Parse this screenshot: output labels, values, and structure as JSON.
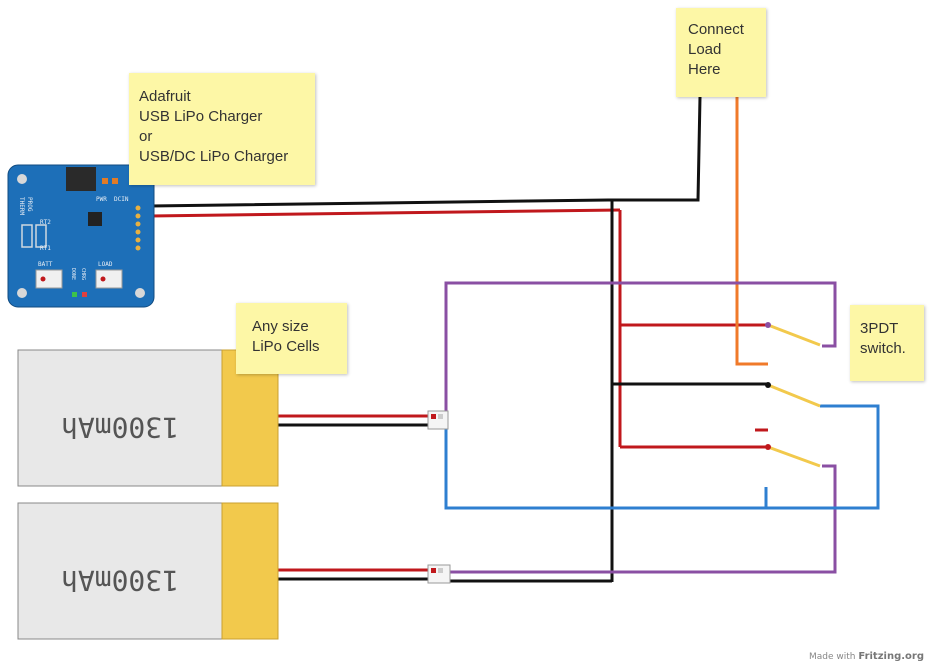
{
  "notes": {
    "charger": [
      "Adafruit",
      "USB LiPo Charger",
      "or",
      "USB/DC LiPo Charger"
    ],
    "load": [
      "Connect",
      "Load",
      "Here"
    ],
    "cells": [
      "Any size",
      "LiPo Cells"
    ],
    "switch": [
      "3PDT",
      "switch."
    ]
  },
  "board": {
    "labels": {
      "pwr": "PWR",
      "dcin": "DCIN",
      "therm": "THERM",
      "prog": "PROG",
      "rt2": "RT2",
      "rt1": "RT1",
      "batt": "BATT",
      "load": "LOAD",
      "done": "DONE",
      "chrg": "CHRG"
    }
  },
  "batteries": {
    "capacity_label": "1300mAh"
  },
  "watermark": {
    "prefix": "Made with",
    "brand": "Fritzing.org"
  },
  "colors": {
    "note": "#fdf7a6",
    "board": "#1d6fb8",
    "battery_body": "#e8e8e8",
    "battery_cap": "#f2c94c",
    "wire_black": "#111111",
    "wire_red": "#c0181c",
    "wire_orange": "#f07a2a",
    "wire_purple": "#8a4fa3",
    "wire_blue": "#2f7fd0",
    "switch_blade": "#f2c94c"
  }
}
